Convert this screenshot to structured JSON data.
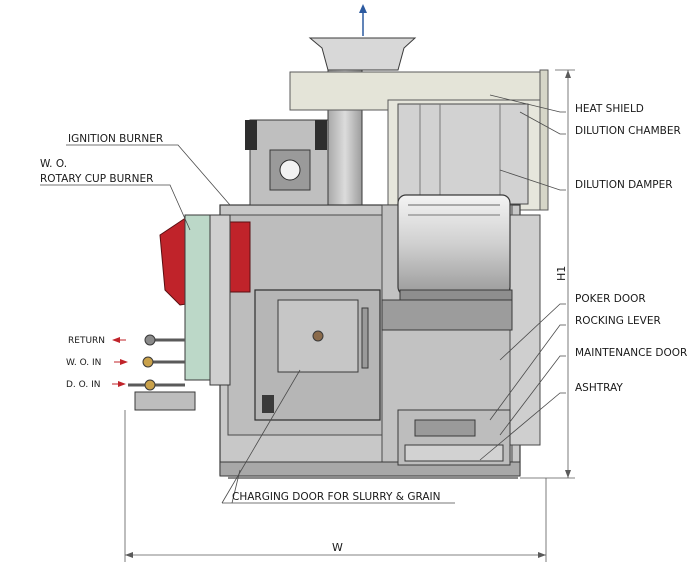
{
  "labels": {
    "heat_shield": "HEAT SHIELD",
    "dilution_chamber": "DILUTION CHAMBER",
    "dilution_damper": "DILUTION DAMPER",
    "ignition_burner": "IGNITION BURNER",
    "wo_burner_line1": "W. O.",
    "wo_burner_line2": "ROTARY CUP BURNER",
    "poker_door": "POKER DOOR",
    "rocking_lever": "ROCKING LEVER",
    "maintenance_door": "MAINTENANCE DOOR",
    "ashtray": "ASHTRAY",
    "charging_door": "CHARGING DOOR FOR SLURRY & GRAIN",
    "return": "RETURN",
    "wo_in": "W. O. IN",
    "do_in": "D. O. IN",
    "dim_h1": "H1",
    "dim_w": "W"
  },
  "colors": {
    "body_fill": "#c8c8c8",
    "body_stroke": "#3a3a3a",
    "panel_fill": "#b3b3b3",
    "burner_red": "#c0232a",
    "glass_green": "#bcd8c8",
    "shield_fill": "#e2e2d6",
    "arrow_blue": "#2c5aa0"
  }
}
